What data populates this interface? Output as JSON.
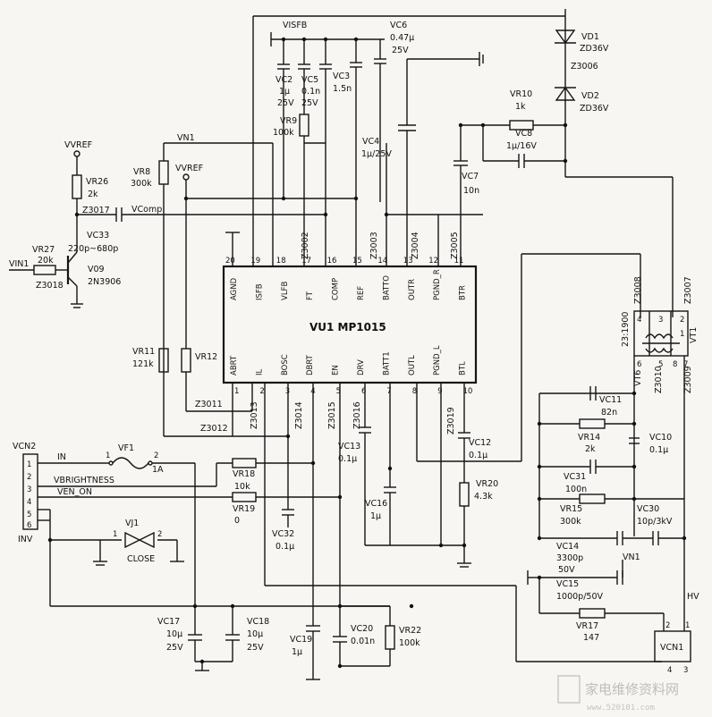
{
  "ic": {
    "name": "VU1 MP1015",
    "top_pins": [
      {
        "num": "20",
        "name": "AGND"
      },
      {
        "num": "19",
        "name": "ISFB"
      },
      {
        "num": "18",
        "name": "VLFB"
      },
      {
        "num": "17",
        "name": "FT"
      },
      {
        "num": "16",
        "name": "COMP"
      },
      {
        "num": "15",
        "name": "REF"
      },
      {
        "num": "14",
        "name": "BATTO"
      },
      {
        "num": "13",
        "name": "OUTR"
      },
      {
        "num": "12",
        "name": "PGND_R"
      },
      {
        "num": "11",
        "name": "BTR"
      }
    ],
    "bottom_pins": [
      {
        "num": "1",
        "name": "ABRT"
      },
      {
        "num": "2",
        "name": "IL"
      },
      {
        "num": "3",
        "name": "BOSC"
      },
      {
        "num": "4",
        "name": "DBRT"
      },
      {
        "num": "5",
        "name": "EN"
      },
      {
        "num": "6",
        "name": "DRV"
      },
      {
        "num": "7",
        "name": "BATT1"
      },
      {
        "num": "8",
        "name": "OUTL"
      },
      {
        "num": "9",
        "name": "PGND_L"
      },
      {
        "num": "10",
        "name": "BTL"
      }
    ]
  },
  "nets": {
    "visfb": "VISFB",
    "vn1": "VN1",
    "vn1_b": "VN1",
    "hv": "HV",
    "vvref1": "VVREF",
    "vvref2": "VVREF",
    "vcomp": "VComp",
    "in": "IN",
    "vbrightness": "VBRIGHTNESS",
    "ven_on": "VEN_ON",
    "vin1": "VIN1"
  },
  "components": {
    "vc2": [
      "VC2",
      "1μ",
      "25V"
    ],
    "vc5": [
      "VC5",
      "0.1n",
      "25V"
    ],
    "vc3": [
      "VC3",
      "1.5n"
    ],
    "vc6": [
      "VC6",
      "0.47μ",
      "25V"
    ],
    "vr9": [
      "VR9",
      "100k"
    ],
    "vc4": [
      "VC4",
      "1μ/25V"
    ],
    "vr10": [
      "VR10",
      "1k"
    ],
    "vc8": [
      "VC8",
      "1μ/16V"
    ],
    "vc7": [
      "VC7",
      "10n"
    ],
    "vd1": [
      "VD1",
      "ZD36V"
    ],
    "vd2": [
      "VD2",
      "ZD36V"
    ],
    "vr8": [
      "VR8",
      "300k"
    ],
    "vr26": [
      "VR26",
      "2k"
    ],
    "vc33": [
      "VC33",
      "220p~680p"
    ],
    "vr27": [
      "VR27",
      "20k"
    ],
    "v09": [
      "V09",
      "2N3906"
    ],
    "vr11": [
      "VR11",
      "121k"
    ],
    "vr12": [
      "VR12"
    ],
    "vt1": [
      "VT1"
    ],
    "ratio": "23:1900",
    "vc11": [
      "VC11",
      "82n"
    ],
    "vr14": [
      "VR14",
      "2k"
    ],
    "vc10": [
      "VC10",
      "0.1μ"
    ],
    "vc31": [
      "VC31",
      "100n"
    ],
    "vr15": [
      "VR15",
      "300k"
    ],
    "vc30": [
      "VC30",
      "10p/3kV"
    ],
    "vc14": [
      "VC14",
      "3300p",
      "50V"
    ],
    "vc15": [
      "VC15",
      "1000p/50V"
    ],
    "vr17": [
      "VR17",
      "147"
    ],
    "vc13": [
      "VC13",
      "0.1μ"
    ],
    "vc12": [
      "VC12",
      "0.1μ"
    ],
    "vr20": [
      "VR20",
      "4.3k"
    ],
    "vc16": [
      "VC16",
      "1μ"
    ],
    "vr18": [
      "VR18",
      "10k"
    ],
    "vr19": [
      "VR19",
      "0"
    ],
    "vc32": [
      "VC32",
      "0.1μ"
    ],
    "vf1": [
      "VF1",
      "1A"
    ],
    "vj1": [
      "VJ1",
      "CLOSE"
    ],
    "vc17": [
      "VC17",
      "10μ",
      "25V"
    ],
    "vc18": [
      "VC18",
      "10μ",
      "25V"
    ],
    "vc19": [
      "VC19",
      "1μ"
    ],
    "vc20": [
      "VC20",
      "0.01n"
    ],
    "vr22": [
      "VR22",
      "100k"
    ],
    "vcn1": [
      "VCN1"
    ],
    "vcn2": [
      "VCN2",
      "INV"
    ]
  },
  "nodes": {
    "z3017": "Z3017",
    "z3018": "Z3018",
    "z3002": "Z3002",
    "z3003": "Z3003",
    "z3004": "Z3004",
    "z3005": "Z3005",
    "z3006": "Z3006",
    "z3007": "Z3007",
    "z3008": "Z3008",
    "z3009": "Z3009",
    "z3010": "Z3010",
    "z3011": "Z3011",
    "z3012": "Z3012",
    "z3013": "Z3013",
    "z3014": "Z3014",
    "z3015": "Z3015",
    "z3016": "Z3016",
    "z3019": "Z3019"
  },
  "watermark": {
    "text": "家电维修资料网",
    "url": "www.520101.com"
  }
}
